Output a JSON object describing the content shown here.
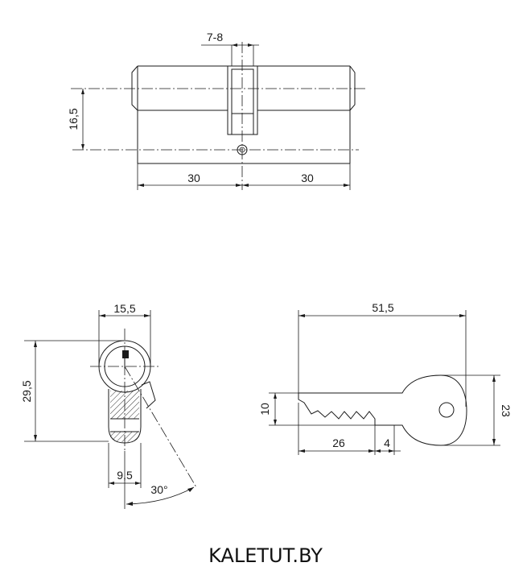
{
  "dimensions": {
    "cam_gap": "7-8",
    "axis_offset": "16,5",
    "left_length": "30",
    "right_length": "30",
    "body_width": "15,5",
    "body_height": "29,5",
    "lower_width": "9,5",
    "cam_angle": "30°",
    "key_length": "51,5",
    "key_blade_height": "10",
    "key_bow_height": "23",
    "key_cut_length": "26",
    "key_shoulder": "4"
  },
  "footer": {
    "brand": "KALETUT.BY"
  }
}
